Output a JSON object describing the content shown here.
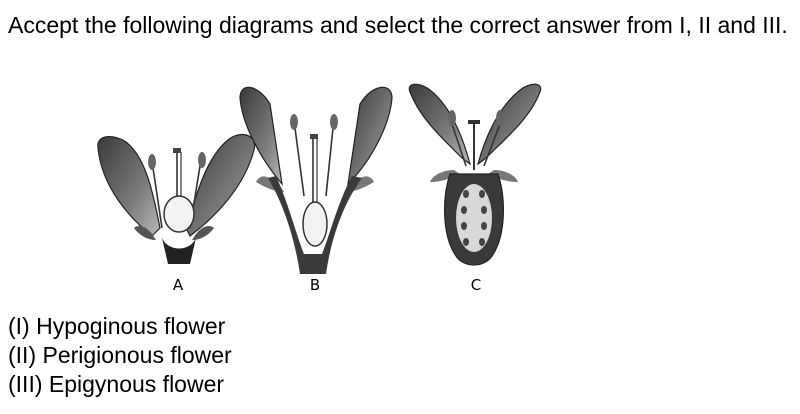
{
  "question": {
    "text": "Accept the following diagrams and select the correct answer from I, II and III."
  },
  "figure": {
    "labels": [
      "A",
      "B",
      "C"
    ]
  },
  "options": [
    "(I) Hypoginous flower",
    "(II) Perigionous flower",
    "(III) Epigynous flower"
  ]
}
